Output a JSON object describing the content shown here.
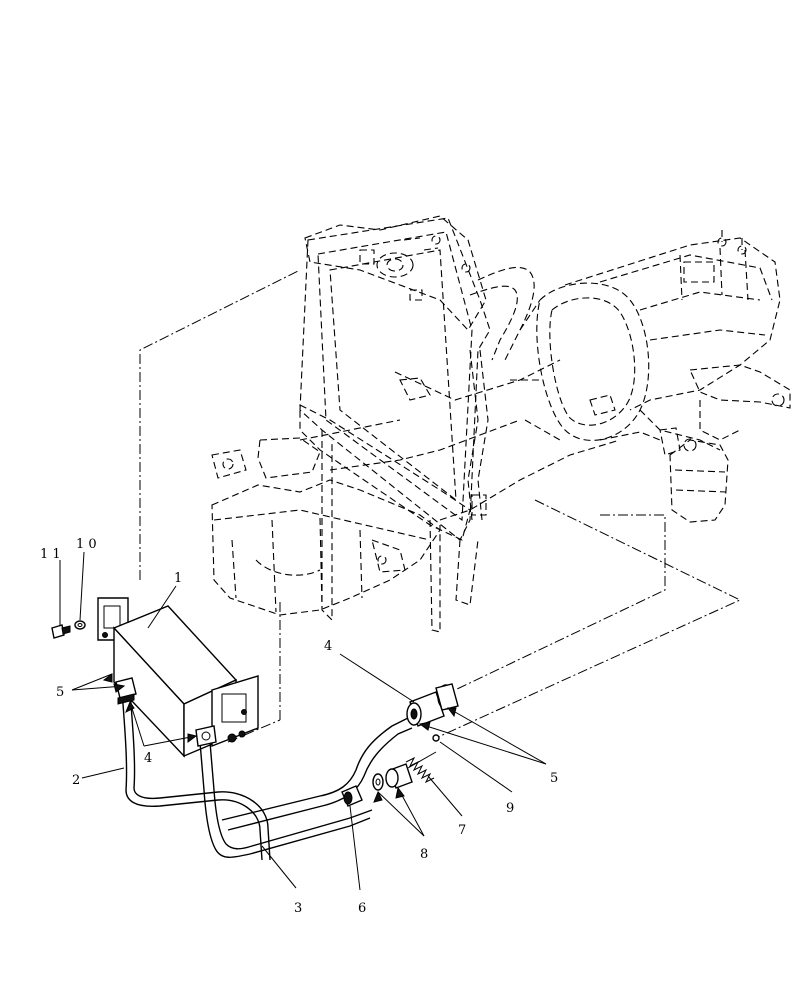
{
  "callouts": [
    {
      "id": "c1",
      "label": "1"
    },
    {
      "id": "c2",
      "label": "2"
    },
    {
      "id": "c3",
      "label": "3"
    },
    {
      "id": "c4a",
      "label": "4"
    },
    {
      "id": "c4b",
      "label": "4"
    },
    {
      "id": "c5a",
      "label": "5"
    },
    {
      "id": "c5b",
      "label": "5"
    },
    {
      "id": "c6",
      "label": "6"
    },
    {
      "id": "c7",
      "label": "7"
    },
    {
      "id": "c8",
      "label": "8"
    },
    {
      "id": "c9",
      "label": "9"
    },
    {
      "id": "c10",
      "label": "1 0"
    },
    {
      "id": "c11",
      "label": "1 1"
    }
  ]
}
